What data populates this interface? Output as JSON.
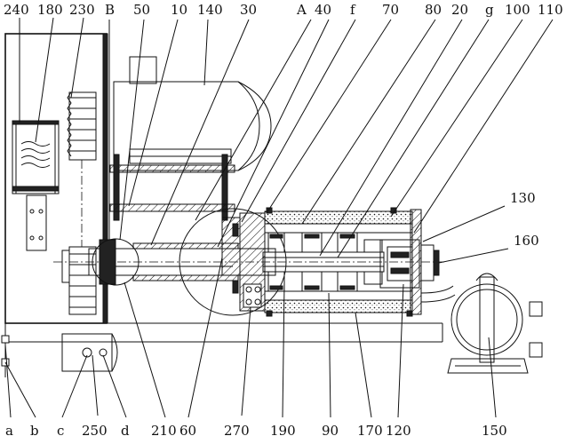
{
  "labels_top": [
    "240",
    "180",
    "230",
    "B",
    "50",
    "10",
    "140",
    "30",
    "A",
    "40",
    "f",
    "70",
    "80",
    "20",
    "g",
    "100",
    "110"
  ],
  "labels_right": [
    "130",
    "160"
  ],
  "labels_bottom": [
    "a",
    "b",
    "c",
    "250",
    "d",
    "210",
    "60",
    "270",
    "190",
    "90",
    "170",
    "120",
    "150"
  ]
}
